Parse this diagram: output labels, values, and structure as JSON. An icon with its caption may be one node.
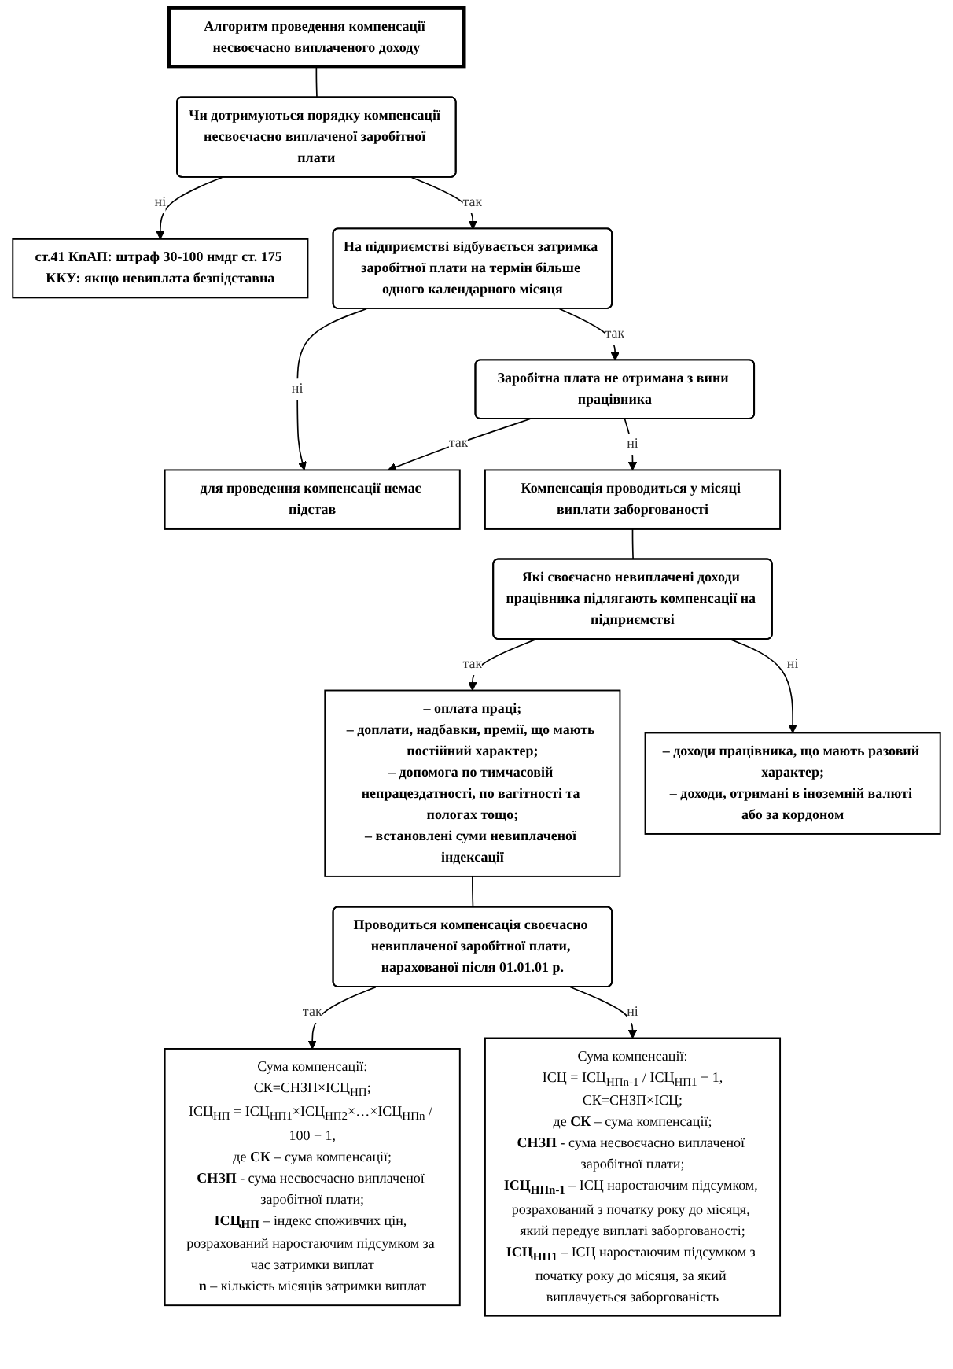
{
  "diagram": {
    "nodes": [
      {
        "text": [
          "Алгоритм проведення компенсації несвоєчасно виплаченого доходу"
        ]
      },
      {
        "text": [
          "Чи дотримуються порядку компенсації несвоєчасно виплаченої заробітної плати"
        ]
      },
      {
        "text": [
          "ст.41 КпАП: штраф 30-100 нмдг ст. 175 ККУ: якщо невиплата безпідставна"
        ]
      },
      {
        "text": [
          "На підприємстві відбувається затримка заробітної плати на термін більше одного календарного місяця"
        ]
      },
      {
        "text": [
          "для проведення компенсації немає підстав"
        ]
      },
      {
        "text": [
          "Заробітна плата не отримана з вини працівника"
        ]
      },
      {
        "text": [
          "Компенсація проводиться у місяці виплати заборгованості"
        ]
      },
      {
        "text": [
          "Які своєчасно невиплачені доходи працівника підлягають компенсації на підприємстві"
        ]
      },
      {
        "text": [
          "– оплата праці;",
          "– доплати, надбавки, премії, що мають постійний характер;",
          "– допомога по тимчасовій непрацездатності, по вагітності та пологах тощо;",
          "– встановлені суми невиплаченої індексації"
        ]
      },
      {
        "text": [
          "– доходи працівника, що мають разовий характер;",
          "– доходи, отримані в іноземній валюті або за кордоном"
        ]
      },
      {
        "text": [
          "Проводиться компенсація своєчасно невиплаченої заробітної плати, нарахованої після 01.01.01 р."
        ]
      },
      {
        "text": [
          "Сума компенсації:",
          "СК=СНЗП×ІСЦ$_{НП}$;",
          "ІСЦ$_{НП}$ = ІСЦ$_{НП1}$×ІСЦ$_{НП2}$×…×ІСЦ$_{НПn}$ / 100 − 1,",
          "де **СК** – сума компенсації;",
          "**СНЗП** - сума несвоєчасно виплаченої заробітної плати;",
          "**ІСЦ$_{НП}$** – індекс споживчих цін, розрахований наростаючим підсумком за час затримки виплат",
          "**n** – кількість місяців затримки виплат"
        ]
      },
      {
        "text": [
          "Сума компенсації:",
          "ІСЦ = ІСЦ$_{НПn-1}$ / ІСЦ$_{НП1}$ − 1,",
          "СК=СНЗП×ІСЦ;",
          "де **СК** – сума компенсації;",
          "**СНЗП** - сума несвоєчасно виплаченої заробітної плати;",
          "**ІСЦ$_{НПn-1}$** – ІСЦ наростаючим підсумком, розрахований з початку року до місяця, який передує виплаті заборгованості;",
          "**ІСЦ$_{НП1}$** – ІСЦ наростаючим підсумком з початку року до місяця, за який виплачується заборгованість"
        ]
      }
    ],
    "edges": [
      {
        "from": 0,
        "to": 1,
        "arrow": "none"
      },
      {
        "from": 1,
        "to": 2,
        "arrow": "to",
        "label": "ні"
      },
      {
        "from": 1,
        "to": 3,
        "arrow": "to",
        "label": "так"
      },
      {
        "from": 3,
        "to": 4,
        "arrow": "to",
        "label": "ні"
      },
      {
        "from": 3,
        "to": 5,
        "arrow": "to",
        "label": "так"
      },
      {
        "from": 5,
        "to": 4,
        "arrow": "to",
        "label": "так"
      },
      {
        "from": 5,
        "to": 6,
        "arrow": "to",
        "label": "ні"
      },
      {
        "from": 6,
        "to": 7,
        "arrow": "none"
      },
      {
        "from": 7,
        "to": 9,
        "arrow": "to",
        "label": "ні"
      },
      {
        "from": 7,
        "to": 8,
        "arrow": "to",
        "label": "так"
      },
      {
        "from": 8,
        "to": 10,
        "arrow": "none"
      },
      {
        "from": 10,
        "to": 11,
        "arrow": "to",
        "label": "так"
      },
      {
        "from": 10,
        "to": 12,
        "arrow": "to",
        "label": "ні"
      }
    ]
  }
}
